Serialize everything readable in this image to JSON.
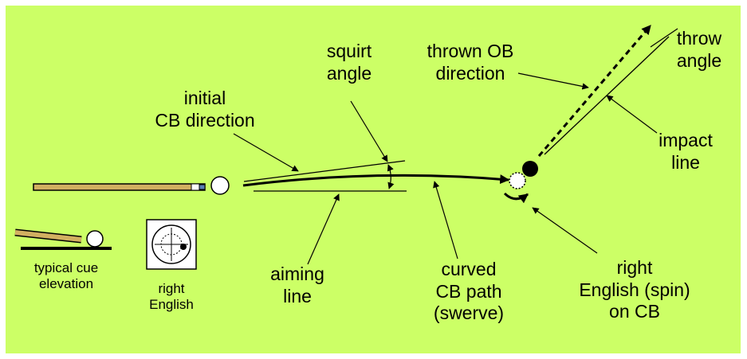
{
  "colors": {
    "background": "#ccff66",
    "cue_stick": "#d2b061",
    "cue_ball": "#ffffff",
    "object_ball": "#000000",
    "lines": "#000000"
  },
  "labels": {
    "squirt_angle": "squirt\nangle",
    "initial_cb_direction": "initial\nCB direction",
    "thrown_ob_direction": "thrown OB\ndirection",
    "throw_angle": "throw\nangle",
    "impact_line": "impact\nline",
    "aiming_line": "aiming\nline",
    "curved_cb_path": "curved\nCB path\n(swerve)",
    "right_english_spin": "right\nEnglish (spin)\non CB",
    "typical_cue_elevation": "typical cue\nelevation",
    "right_english": "right\nEnglish"
  },
  "icons": {
    "cue_stick": "cue-stick-icon",
    "cue_ball": "cue-ball-icon",
    "object_ball": "object-ball-icon",
    "ghost_ball": "ghost-ball-icon",
    "spin_arrow": "curved-arrow-icon",
    "english_target": "ball-target-icon"
  }
}
